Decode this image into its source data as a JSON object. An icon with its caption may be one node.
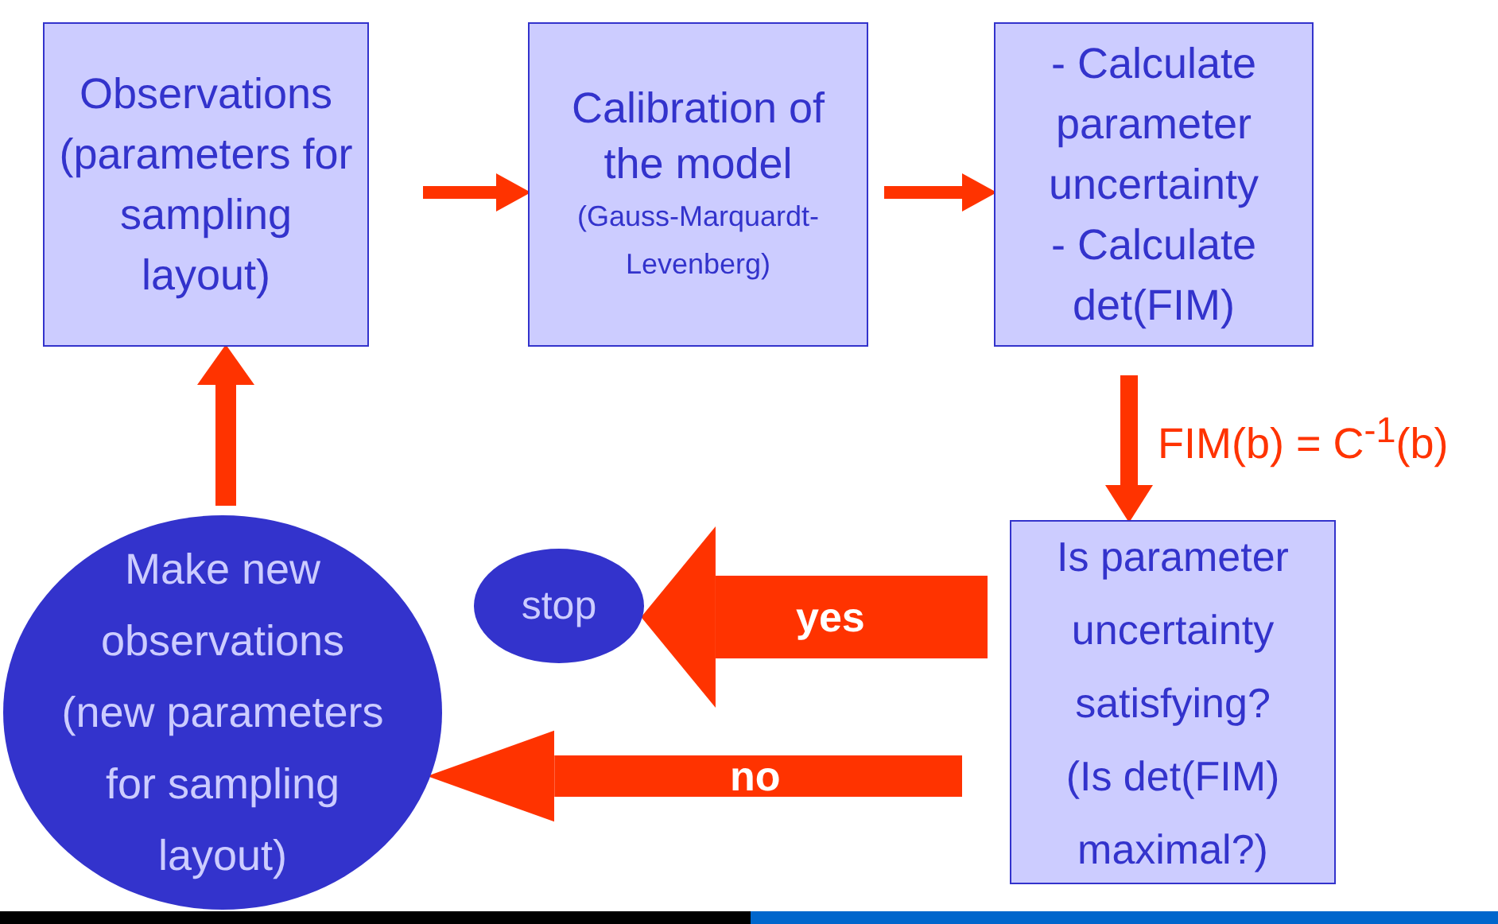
{
  "diagram": {
    "nodes": [
      {
        "text": [
          "Observations (parameters for sampling layout)"
        ]
      },
      {
        "text": [
          "Calibration of the model",
          "(Gauss-Marquardt-Levenberg)"
        ]
      },
      {
        "text": [
          "- Calculate parameter uncertainty",
          "- Calculate det(FIM)"
        ]
      },
      {
        "text": [
          "Is parameter uncertainty satisfying?",
          "(Is det(FIM) maximal?)"
        ]
      },
      {
        "text": [
          "stop"
        ]
      },
      {
        "text": [
          "Make new observations (new parameters for sampling layout)"
        ]
      }
    ],
    "edges": [
      {
        "from": 0,
        "to": 1,
        "arrow": "to"
      },
      {
        "from": 1,
        "to": 2,
        "arrow": "to"
      },
      {
        "from": 2,
        "to": 3,
        "arrow": "to",
        "label": "FIM(b) = C$^{-1}$(b)"
      },
      {
        "from": 3,
        "to": 4,
        "arrow": "to",
        "label": "yes",
        "style": "thick"
      },
      {
        "from": 3,
        "to": 5,
        "arrow": "to",
        "label": "no",
        "style": "thick"
      },
      {
        "from": 5,
        "to": 0,
        "arrow": "to"
      }
    ]
  }
}
